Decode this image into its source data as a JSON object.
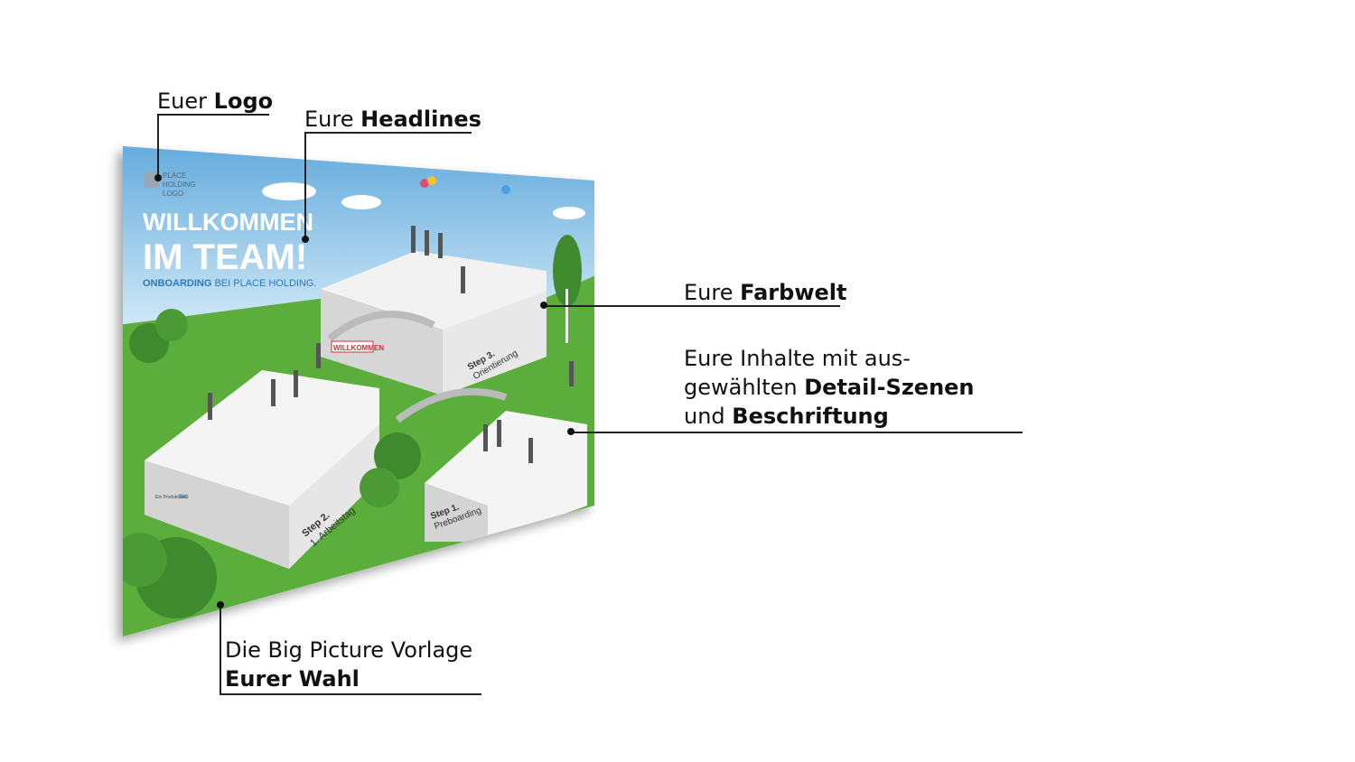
{
  "callouts": {
    "logo": {
      "prefix": "Euer",
      "bold": "Logo"
    },
    "headlines": {
      "prefix": "Eure",
      "bold": "Headlines"
    },
    "farbwelt": {
      "prefix": "Eure",
      "bold": "Farbwelt"
    },
    "inhalte": {
      "line1": "Eure Inhalte mit aus-",
      "line2_prefix": "gewählten",
      "line2_bold": "Detail-Szenen",
      "line3_prefix": "und",
      "line3_bold": "Beschriftung"
    },
    "vorlage": {
      "line1": "Die Big Picture Vorlage",
      "line2_bold": "Eurer Wahl"
    }
  },
  "poster": {
    "logo_lines": [
      "PLACE",
      "HOLDING",
      "LOGO"
    ],
    "headline_1": "WILLKOMMEN",
    "headline_2": "IM TEAM!",
    "subline_bold": "ONBOARDING",
    "subline_rest": " BEI PLACE HOLDING.",
    "step1_title": "Step 1.",
    "step1_name": "Preboarding",
    "step2_title": "Step 2.",
    "step2_name": "1. Arbeitstag",
    "step3_title": "Step 3.",
    "step3_name": "Orientierung",
    "banner": "WILLKOMMEN",
    "footer": "Ein Produkt von",
    "footer_brand": "BIG"
  },
  "colors": {
    "sky_top": "#5fa8dc",
    "sky_bottom": "#cfe8f6",
    "grass": "#5cae3c",
    "accent": "#2a7ab8"
  }
}
